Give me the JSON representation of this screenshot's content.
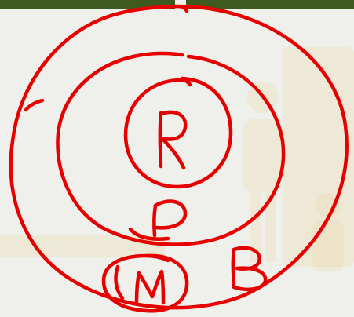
{
  "diagram": {
    "labels": {
      "inner": "R",
      "middle": "P",
      "bottom_circle": "M",
      "outer_right": "B"
    }
  },
  "colors": {
    "ink": "#e60000",
    "background": "#efefec",
    "top_bar": "#3f5a1f"
  },
  "icons": [
    "presenter-figure-icon"
  ]
}
